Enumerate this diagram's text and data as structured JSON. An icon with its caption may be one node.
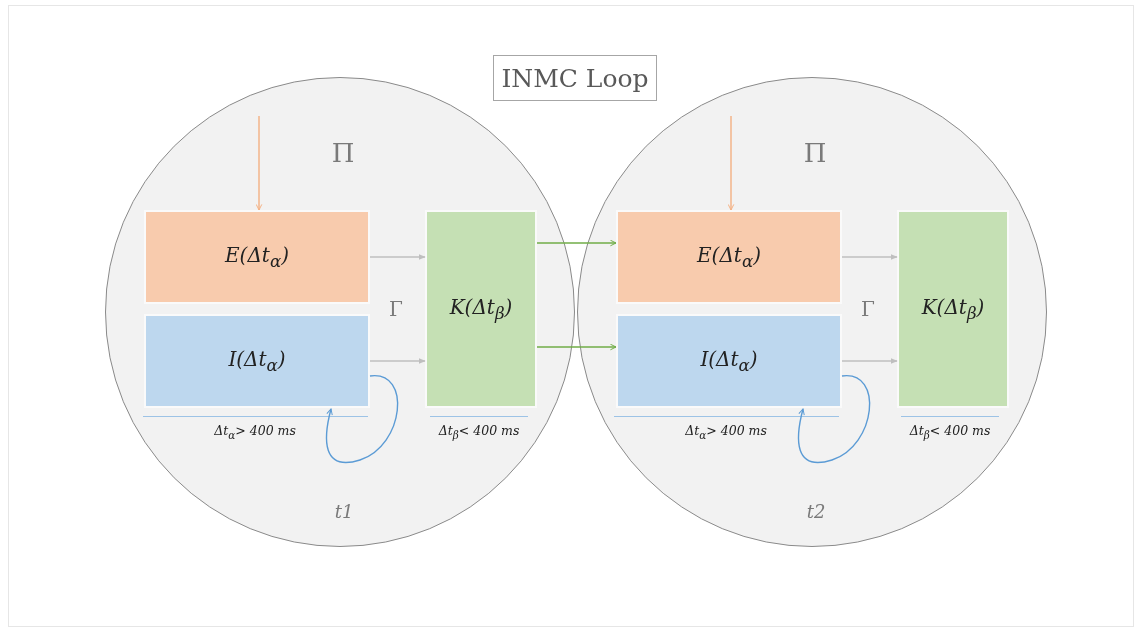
{
  "diagram": {
    "title": "INMC Loop",
    "nodes": [
      {
        "text": [
          "Π",
          "Γ",
          "t1"
        ]
      },
      {
        "text": [
          "E(Δt$_{α}$)"
        ],
        "in": 0
      },
      {
        "text": [
          "I(Δt$_{α}$)"
        ],
        "in": 0
      },
      {
        "text": [
          "K(Δt$_{β}$)"
        ],
        "in": 0
      },
      {
        "text": [
          "Π",
          "Γ",
          "t2"
        ]
      },
      {
        "text": [
          "E(Δt$_{α}$)"
        ],
        "in": 4
      },
      {
        "text": [
          "I(Δt$_{α}$)"
        ],
        "in": 4
      },
      {
        "text": [
          "K(Δt$_{β}$)"
        ],
        "in": 4
      }
    ],
    "edges": [
      {
        "from": null,
        "to": 1,
        "arrow": "to",
        "color": "#f4b183"
      },
      {
        "from": 1,
        "to": 3,
        "arrow": "to"
      },
      {
        "from": 2,
        "to": 3,
        "arrow": "to"
      },
      {
        "from": 2,
        "to": 2,
        "arrow": "to",
        "color": "#5b9bd5"
      },
      {
        "from": 3,
        "to": 5,
        "arrow": "to",
        "color": "#70ad47"
      },
      {
        "from": 3,
        "to": 6,
        "arrow": "to",
        "color": "#70ad47"
      },
      {
        "from": null,
        "to": 5,
        "arrow": "to",
        "color": "#f4b183"
      },
      {
        "from": 5,
        "to": 7,
        "arrow": "to"
      },
      {
        "from": 6,
        "to": 7,
        "arrow": "to"
      },
      {
        "from": 6,
        "to": 6,
        "arrow": "to",
        "color": "#5b9bd5"
      }
    ],
    "labels": [
      "Δt$_{α}$> 400 ms",
      "Δt$_{β}$< 400 ms",
      "Δt$_{α}$> 400 ms",
      "Δt$_{β}$< 400 ms"
    ]
  }
}
